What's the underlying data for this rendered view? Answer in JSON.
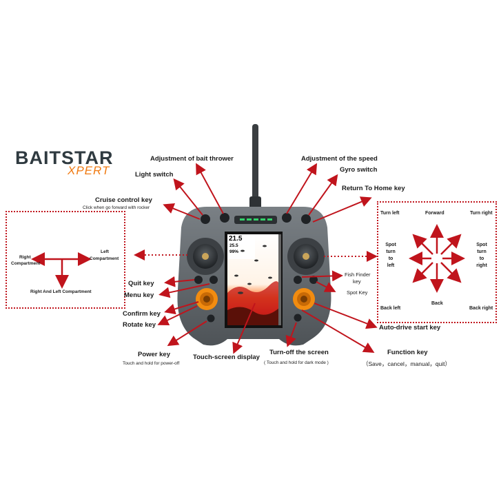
{
  "brand": {
    "name": "BAITSTAR",
    "sub": "XPERT"
  },
  "screen": {
    "depth": "21.5",
    "temp": "25.5",
    "battery": "99%"
  },
  "labels": {
    "bait_thrower": "Adjustment of bait thrower",
    "light_switch": "Light switch",
    "cruise": "Cruise control key",
    "cruise_note": "Click when go forward with rocker",
    "speed": "Adjustment of the speed",
    "gyro": "Gyro switch",
    "rth": "Return To Home key",
    "quit": "Quit key",
    "menu": "Menu key",
    "confirm": "Confirm key",
    "rotate": "Rotate key",
    "power": "Power key",
    "power_note": "Touch and hold for power-off",
    "touch_display": "Touch-screen display",
    "turn_off": "Turn-off the screen",
    "turn_off_note": "( Touch and hold for dark mode )",
    "fish_finder_1": "Fish Finder",
    "fish_finder_2": "key",
    "spot": "Spot Key",
    "auto_drive": "Auto-drive start key",
    "function": "Function key",
    "function_note": "（Save，cancel，manual，quit）"
  },
  "left_panel": {
    "right_1": "Right",
    "right_2": "Compartment",
    "left_1": "Left",
    "left_2": "Compartment",
    "both": "Right  And Left Compartment"
  },
  "right_panel": {
    "turn_left": "Turn left",
    "forward": "Forward",
    "turn_right": "Turn right",
    "spot_left": [
      "Spot",
      "turn",
      "to",
      "left"
    ],
    "spot_right": [
      "Spot",
      "turn",
      "to",
      "right"
    ],
    "back": "Back",
    "back_left": "Back left",
    "back_right": "Back right"
  },
  "colors": {
    "arrow": "#c0141c",
    "body": "#5e6468",
    "accent": "#f28c10"
  }
}
